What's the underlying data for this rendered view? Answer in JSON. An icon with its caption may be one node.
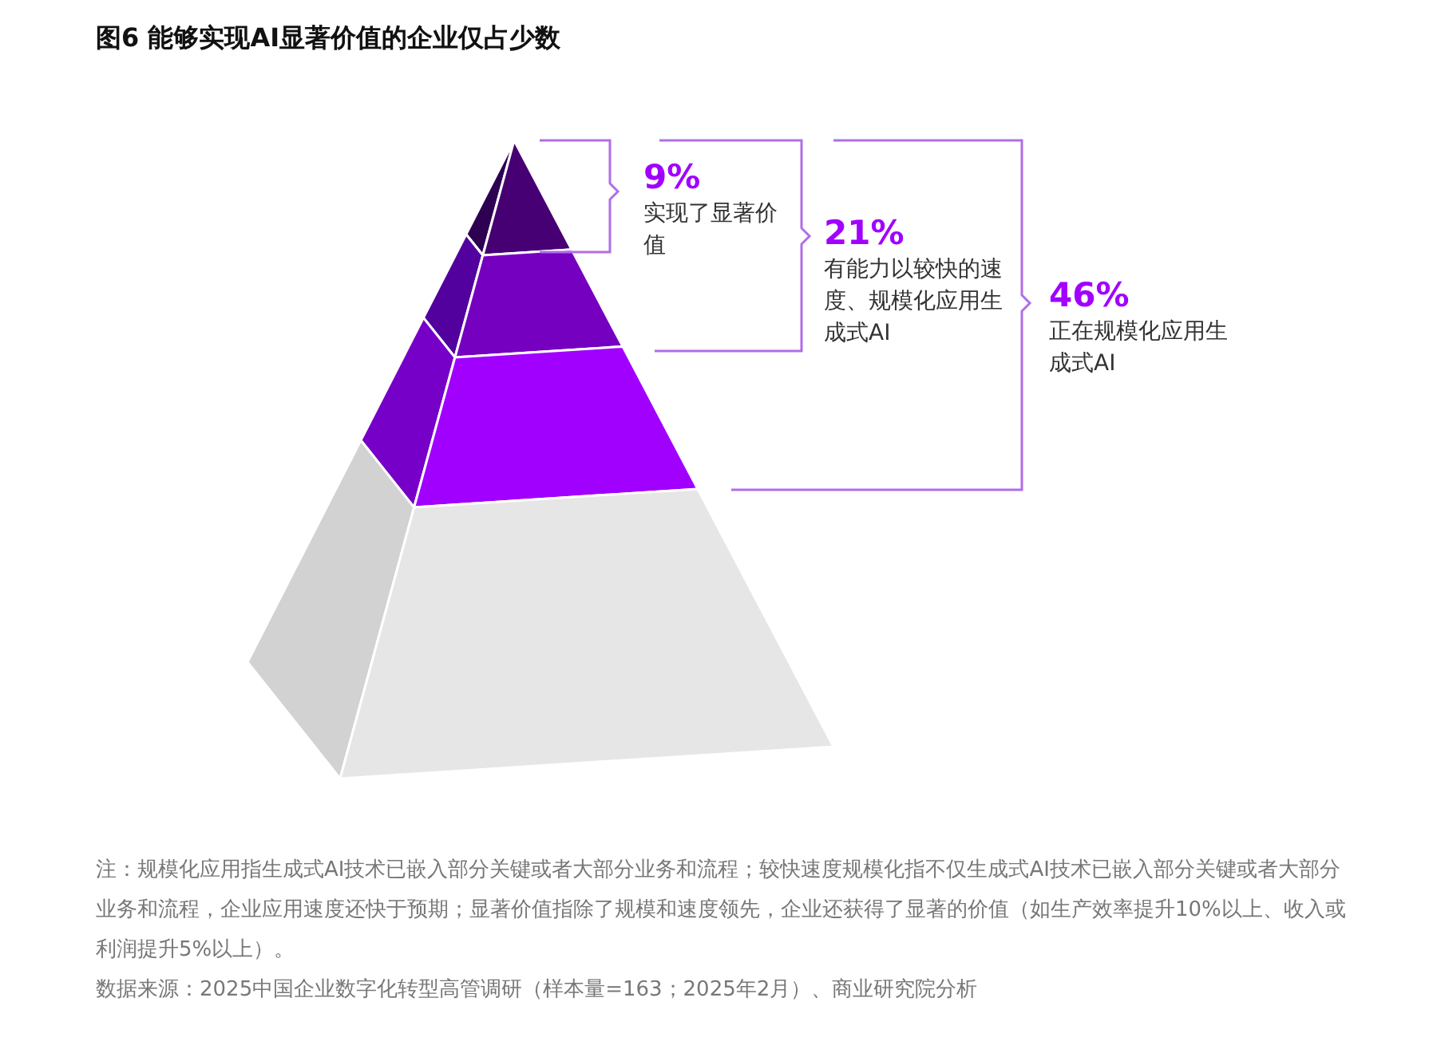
{
  "diagram": {
    "title": "图6 能够实现AI显著价值的企业仅占少数",
    "nodes": [
      {
        "text": [
          "9%",
          "实现了显著价值"
        ]
      },
      {
        "text": [
          "21%",
          "有能力以较快的速度、规模化应用生成式AI"
        ]
      },
      {
        "text": [
          "46%",
          "正在规模化应用生成式AI"
        ]
      }
    ],
    "labels": [
      "注：规模化应用指生成式AI技术已嵌入部分关键或者大部分业务和流程；较快速度规模化指不仅生成式AI技术已嵌入部分关键或者大部分业务和流程，企业应用速度还快于预期；显著价值指除了规模和速度领先，企业还获得了显著的价值（如生产效率提升10%以上、收入或利润提升5%以上）。",
      "数据来源：2025中国企业数字化转型高管调研（样本量=163；2025年2月）、商业研究院分析"
    ]
  }
}
